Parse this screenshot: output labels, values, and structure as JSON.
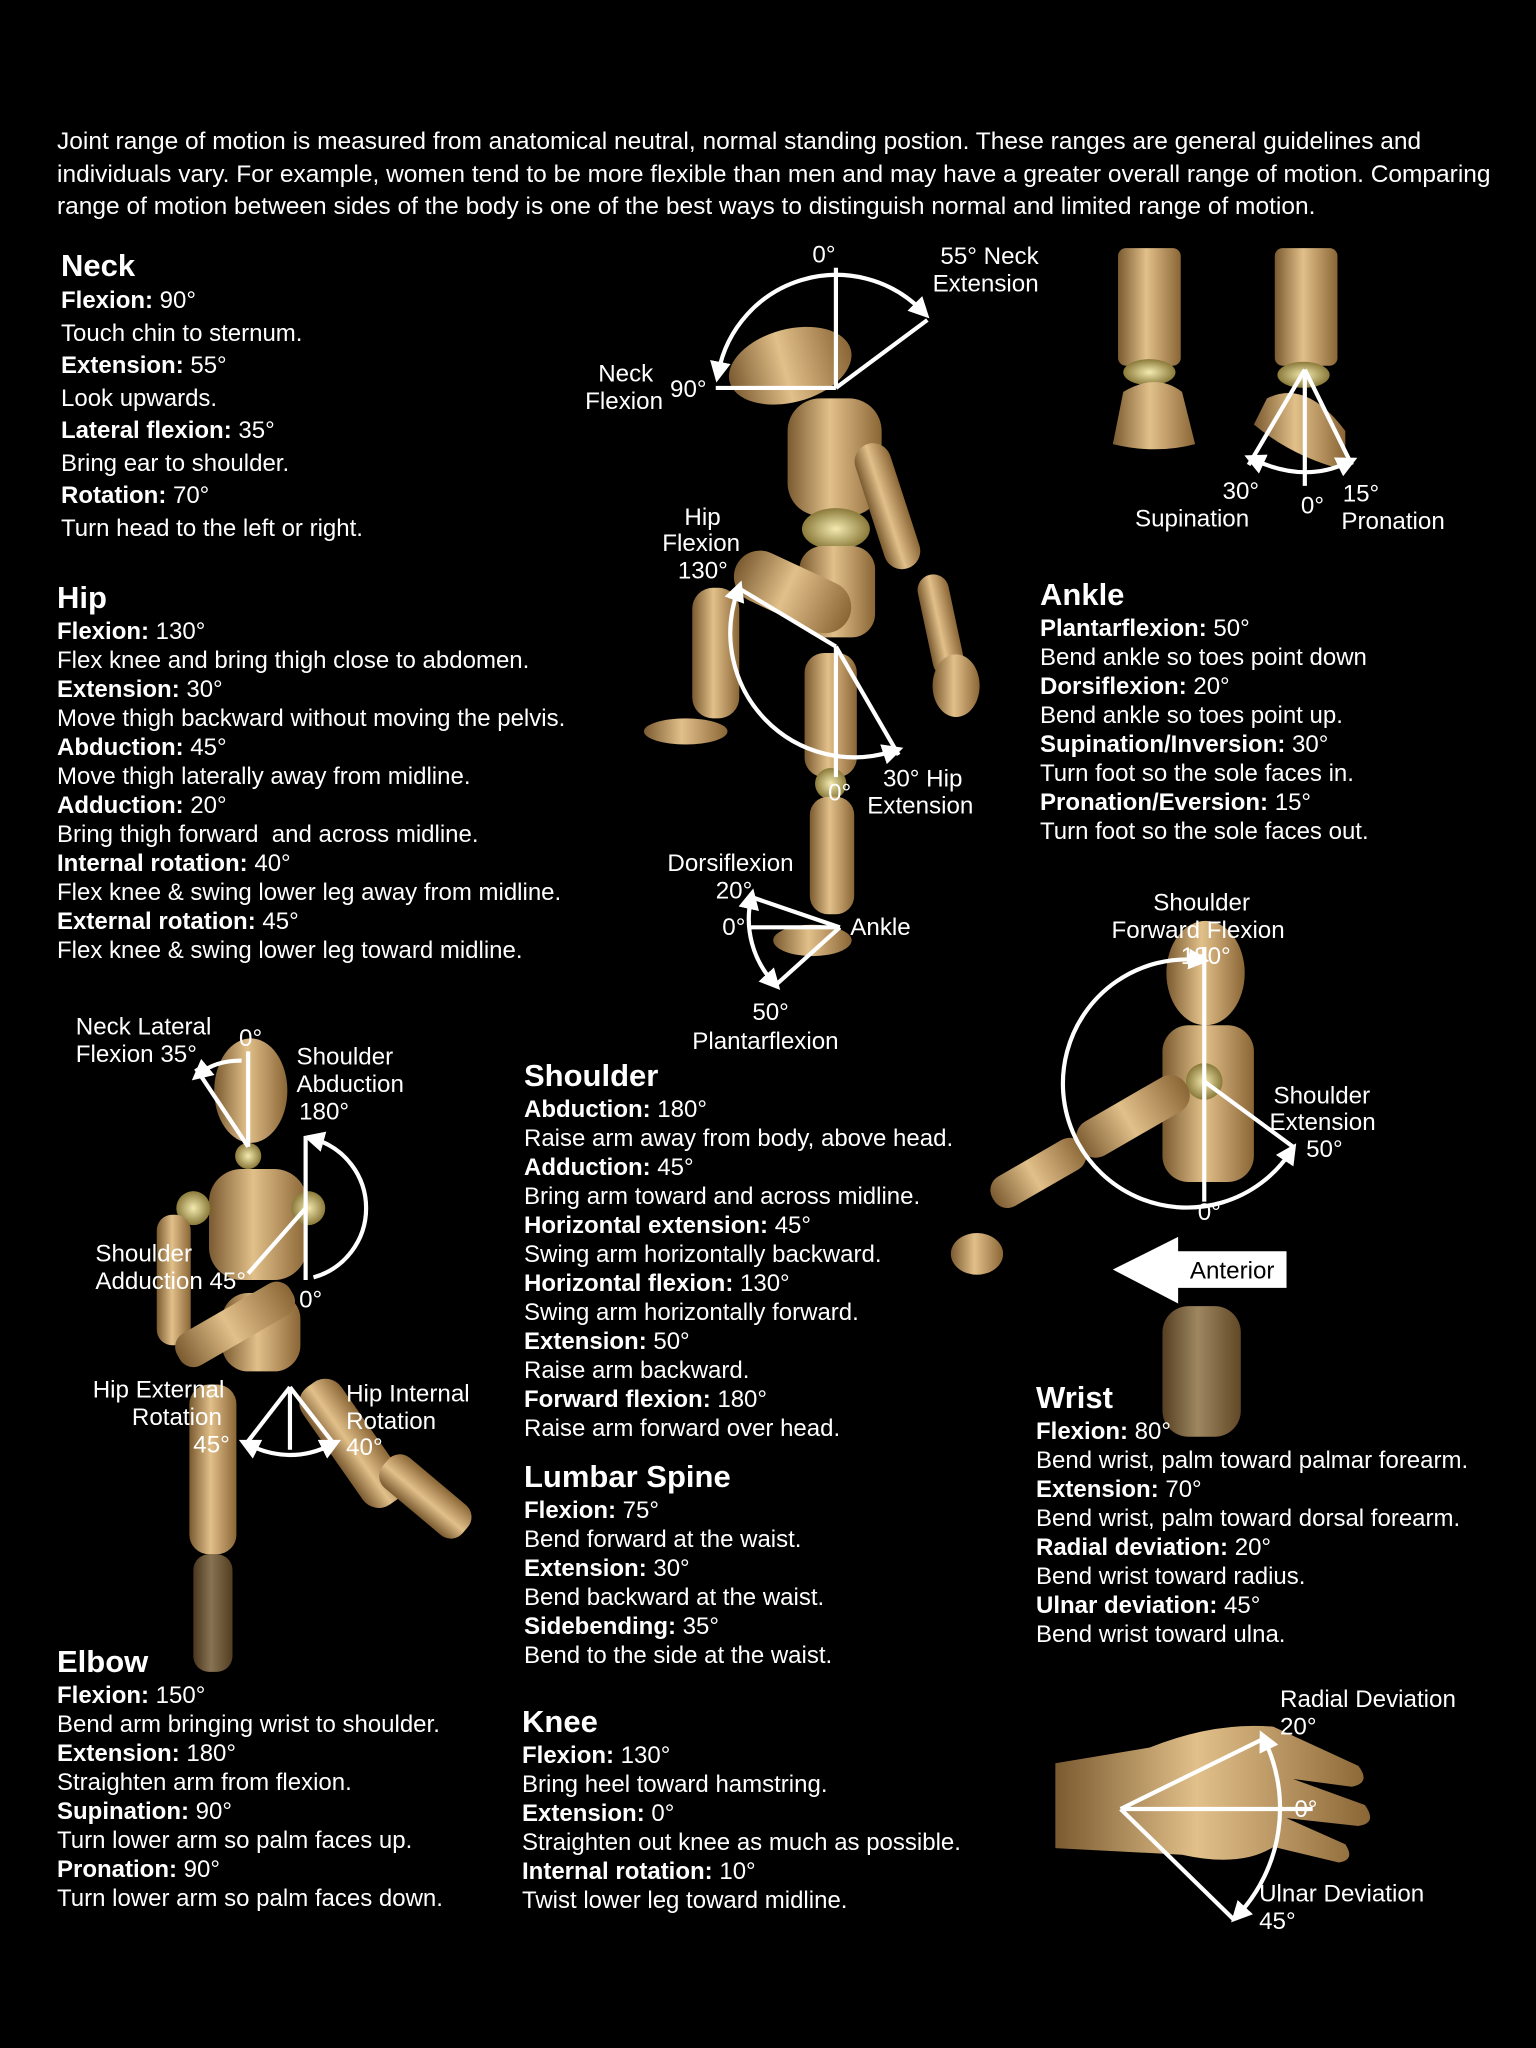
{
  "intro": "Joint range of motion is measured from anatomical neutral, normal standing postion. These ranges are general guidelines and individuals vary. For example, women tend to be more flexible than men and may have a greater overall range of motion. Comparing range of motion between sides of the body is one of the best ways to distinguish normal and limited range of motion.",
  "sections": [
    {
      "id": "neck",
      "title": "Neck",
      "items": [
        {
          "term": "Flexion:",
          "value": " 90°",
          "desc": "Touch chin to sternum."
        },
        {
          "term": "Extension:",
          "value": " 55°",
          "desc": "Look upwards."
        },
        {
          "term": "Lateral flexion:",
          "value": " 35°",
          "desc": "Bring ear to shoulder."
        },
        {
          "term": "Rotation:",
          "value": " 70°",
          "desc": "Turn head to the left or right."
        }
      ]
    },
    {
      "id": "hip",
      "title": "Hip",
      "items": [
        {
          "term": "Flexion:",
          "value": " 130°",
          "desc": "Flex knee and bring thigh close to abdomen."
        },
        {
          "term": "Extension:",
          "value": " 30°",
          "desc": "Move thigh backward without moving the pelvis."
        },
        {
          "term": "Abduction:",
          "value": " 45°",
          "desc": "Move thigh laterally away from midline."
        },
        {
          "term": "Adduction:",
          "value": " 20°",
          "desc": "Bring thigh forward  and across midline."
        },
        {
          "term": "Internal rotation:",
          "value": " 40°",
          "desc": "Flex knee & swing lower leg away from midline."
        },
        {
          "term": "External rotation:",
          "value": " 45°",
          "desc": "Flex knee & swing lower leg toward midline."
        }
      ]
    },
    {
      "id": "ankle",
      "title": "Ankle",
      "items": [
        {
          "term": "Plantarflexion:",
          "value": " 50°",
          "desc": "Bend ankle so toes point down"
        },
        {
          "term": "Dorsiflexion:",
          "value": " 20°",
          "desc": "Bend ankle so toes point up."
        },
        {
          "term": "Supination/Inversion:",
          "value": " 30°",
          "desc": "Turn foot so the sole faces in."
        },
        {
          "term": "Pronation/Eversion:",
          "value": " 15°",
          "desc": "Turn foot so the sole faces out."
        }
      ]
    },
    {
      "id": "shoulder",
      "title": "Shoulder",
      "items": [
        {
          "term": "Abduction:",
          "value": " 180°",
          "desc": "Raise arm away from body, above head."
        },
        {
          "term": "Adduction:",
          "value": " 45°",
          "desc": "Bring arm toward and across midline."
        },
        {
          "term": "Horizontal extension:",
          "value": " 45°",
          "desc": "Swing arm horizontally backward."
        },
        {
          "term": "Horizontal flexion:",
          "value": " 130°",
          "desc": "Swing arm horizontally forward."
        },
        {
          "term": "Extension:",
          "value": " 50°",
          "desc": "Raise arm backward."
        },
        {
          "term": "Forward flexion:",
          "value": " 180°",
          "desc": "Raise arm forward over head."
        }
      ]
    },
    {
      "id": "lumbar",
      "title": "Lumbar Spine",
      "items": [
        {
          "term": "Flexion:",
          "value": " 75°",
          "desc": "Bend forward at the waist."
        },
        {
          "term": "Extension:",
          "value": " 30°",
          "desc": "Bend backward at the waist."
        },
        {
          "term": "Sidebending:",
          "value": " 35°",
          "desc": "Bend to the side at the waist."
        }
      ]
    },
    {
      "id": "knee",
      "title": "Knee",
      "items": [
        {
          "term": "Flexion:",
          "value": " 130°",
          "desc": "Bring heel toward hamstring."
        },
        {
          "term": "Extension:",
          "value": " 0°",
          "desc": "Straighten out knee as much as possible."
        },
        {
          "term": "Internal rotation:",
          "value": " 10°",
          "desc": "Twist lower leg toward midline."
        }
      ]
    },
    {
      "id": "elbow",
      "title": "Elbow",
      "items": [
        {
          "term": "Flexion:",
          "value": " 150°",
          "desc": "Bend arm bringing wrist to shoulder."
        },
        {
          "term": "Extension:",
          "value": " 180°",
          "desc": "Straighten arm from flexion."
        },
        {
          "term": "Supination:",
          "value": " 90°",
          "desc": "Turn lower arm so palm faces up."
        },
        {
          "term": "Pronation:",
          "value": " 90°",
          "desc": "Turn lower arm so palm faces down."
        }
      ]
    },
    {
      "id": "wrist",
      "title": "Wrist",
      "items": [
        {
          "term": "Flexion:",
          "value": " 80°",
          "desc": "Bend wrist, palm toward palmar forearm."
        },
        {
          "term": "Extension:",
          "value": " 70°",
          "desc": "Bend wrist, palm toward dorsal forearm."
        },
        {
          "term": "Radial deviation:",
          "value": " 20°",
          "desc": "Bend wrist toward radius."
        },
        {
          "term": "Ulnar deviation:",
          "value": " 45°",
          "desc": "Bend wrist toward ulna."
        }
      ]
    }
  ],
  "labels": {
    "neck_zero": "0°",
    "neck_ext_1": "55° Neck",
    "neck_ext_2": "Extension",
    "neck_flex_1": "Neck",
    "neck_flex_2": "Flexion",
    "neck_flex_deg": "90°",
    "hip_flex_1": "Hip",
    "hip_flex_2": "Flexion",
    "hip_flex_deg": "130°",
    "hip_ext_1": "30° Hip",
    "hip_ext_2": "Extension",
    "hip_zero": "0°",
    "dorsi": "Dorsiflexion",
    "dorsi_deg": "20°",
    "ankle_zero": "0°",
    "ankle": "Ankle",
    "plantar_deg": "50°",
    "plantar": "Plantarflexion",
    "sup_deg": "30°",
    "sup": "Supination",
    "foot_zero": "0°",
    "pro_deg": "15°",
    "pro": "Pronation",
    "sh_ff_1": "Shoulder",
    "sh_ff_2": "Forward Flexion",
    "sh_ff_deg": "180°",
    "sh_ext_1": "Shoulder",
    "sh_ext_2": "Extension",
    "sh_ext_deg": "50°",
    "sh_zero": "0°",
    "anterior": "Anterior",
    "nlf_1": "Neck Lateral",
    "nlf_2": "Flexion 35°",
    "nlf_zero": "0°",
    "sh_abd_1": "Shoulder",
    "sh_abd_2": "Abduction",
    "sh_abd_deg": "180°",
    "sh_add_1": "Shoulder",
    "sh_add_2": "Adduction 45°",
    "sh_abd_zero": "0°",
    "hip_er_1": "Hip External",
    "hip_er_2": "Rotation",
    "hip_er_deg": "45°",
    "hip_ir_1": "Hip Internal",
    "hip_ir_2": "Rotation",
    "hip_ir_deg": "40°",
    "rad_dev": "Radial Deviation",
    "rad_deg": "20°",
    "wrist_zero": "0°",
    "uln_dev": "Ulnar Deviation",
    "uln_deg": "45°"
  }
}
